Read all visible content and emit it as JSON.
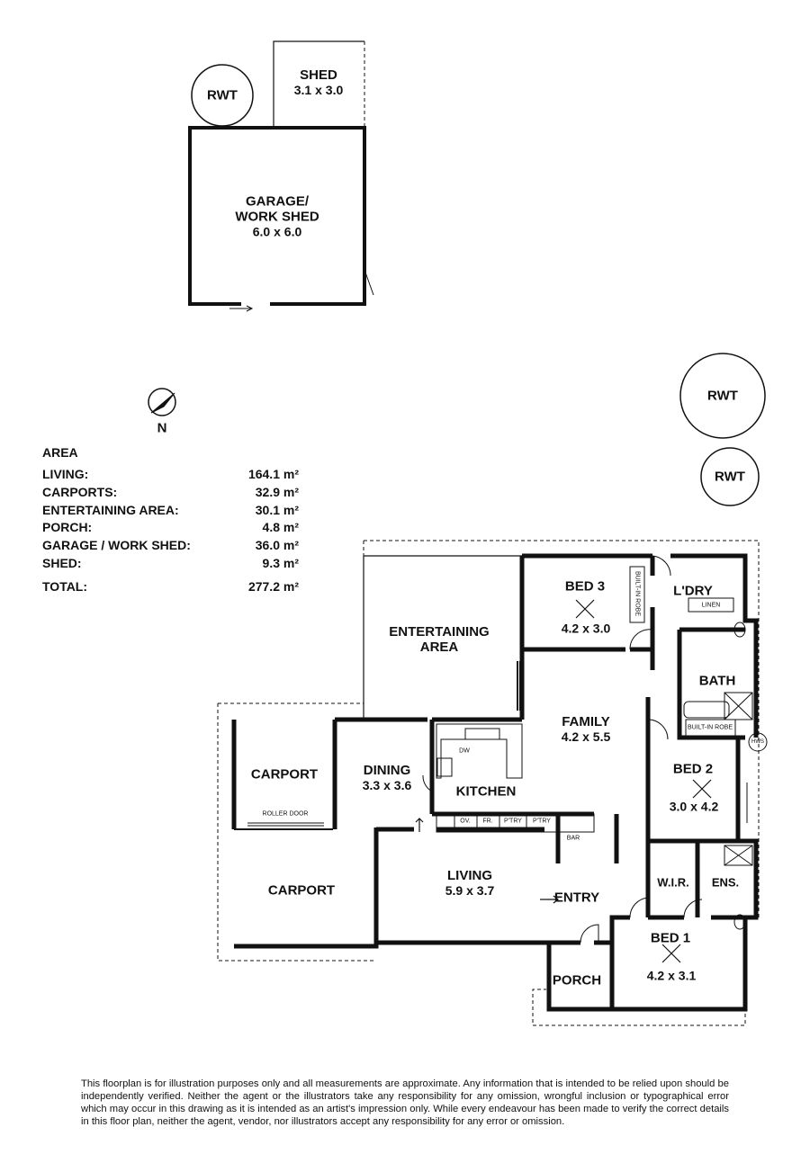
{
  "outbuildings": {
    "rwt": "RWT",
    "shed": {
      "name": "SHED",
      "dim": "3.1 x 3.0"
    },
    "garage": {
      "name1": "GARAGE/",
      "name2": "WORK SHED",
      "dim": "6.0 x 6.0"
    }
  },
  "compass": {
    "label": "N"
  },
  "tanks": [
    "RWT",
    "RWT"
  ],
  "area": {
    "title": "AREA",
    "rows": [
      {
        "label": "LIVING:",
        "value": "164.1 m²"
      },
      {
        "label": "CARPORTS:",
        "value": "32.9 m²"
      },
      {
        "label": "ENTERTAINING AREA:",
        "value": "30.1 m²"
      },
      {
        "label": "PORCH:",
        "value": "4.8 m²"
      },
      {
        "label": "GARAGE / WORK SHED:",
        "value": "36.0 m²"
      },
      {
        "label": "SHED:",
        "value": "9.3 m²"
      }
    ],
    "total": {
      "label": "TOTAL:",
      "value": "277.2 m²"
    }
  },
  "rooms": {
    "entertaining": {
      "name1": "ENTERTAINING",
      "name2": "AREA"
    },
    "bed3": {
      "name": "BED 3",
      "dim": "4.2 x 3.0"
    },
    "laundry": "L'DRY",
    "linen": "LINEN",
    "bath": "BATH",
    "robe": "BUILT-IN ROBE",
    "hws": "HWS",
    "family": {
      "name": "FAMILY",
      "dim": "4.2 x 5.5"
    },
    "bed2": {
      "name": "BED 2",
      "dim": "3.0 x 4.2"
    },
    "carport": "CARPORT",
    "roller": "ROLLER DOOR",
    "dining": {
      "name": "DINING",
      "dim": "3.3 x 3.6"
    },
    "kitchen": "KITCHEN",
    "dw": "DW",
    "ov": "OV.",
    "fr": "FR.",
    "ptry": "P'TRY",
    "bar": "BAR",
    "living": {
      "name": "LIVING",
      "dim": "5.9 x 3.7"
    },
    "entry": "ENTRY",
    "wir": "W.I.R.",
    "ens": "ENS.",
    "porch": "PORCH",
    "bed1": {
      "name": "BED 1",
      "dim": "4.2 x 3.1"
    }
  },
  "disclaimer": "This floorplan is for illustration purposes only and all measurements are approximate. Any information that is intended to be relied upon should be independently verified. Neither the agent or the illustrators take any responsibility for any omission, wrongful inclusion or typographical error which may occur in this drawing as it is intended as an artist's impression only. While every endeavour has been made to verify the correct details in this floor plan, neither the agent, vendor, nor illustrators accept any responsibility for any error or omission."
}
